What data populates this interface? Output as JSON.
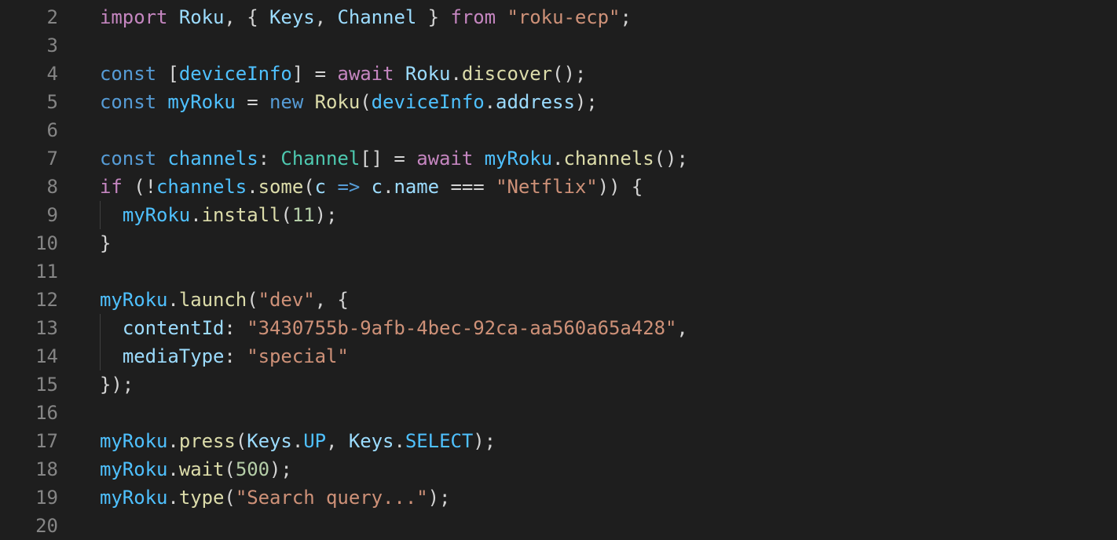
{
  "editor": {
    "theme_colors": {
      "background": "#1e1e1e",
      "line_number": "#858585",
      "keyword_control": "#c586c0",
      "keyword_storage": "#569cd6",
      "variable": "#9cdcfe",
      "constant_variable": "#4fc1ff",
      "function": "#dcdcaa",
      "type": "#4ec9b0",
      "string": "#ce9178",
      "number": "#b5cea8",
      "punctuation": "#d4d4d4"
    },
    "lines": [
      {
        "number": "2",
        "tokens": [
          {
            "t": "import",
            "c": "t-kw"
          },
          {
            "t": " ",
            "c": "t-pun"
          },
          {
            "t": "Roku",
            "c": "t-var"
          },
          {
            "t": ", { ",
            "c": "t-pun"
          },
          {
            "t": "Keys",
            "c": "t-var"
          },
          {
            "t": ", ",
            "c": "t-pun"
          },
          {
            "t": "Channel",
            "c": "t-var"
          },
          {
            "t": " } ",
            "c": "t-pun"
          },
          {
            "t": "from",
            "c": "t-kw"
          },
          {
            "t": " ",
            "c": "t-pun"
          },
          {
            "t": "\"roku-ecp\"",
            "c": "t-str"
          },
          {
            "t": ";",
            "c": "t-pun"
          }
        ]
      },
      {
        "number": "3",
        "tokens": []
      },
      {
        "number": "4",
        "tokens": [
          {
            "t": "const",
            "c": "t-st"
          },
          {
            "t": " [",
            "c": "t-pun"
          },
          {
            "t": "deviceInfo",
            "c": "t-const"
          },
          {
            "t": "] = ",
            "c": "t-pun"
          },
          {
            "t": "await",
            "c": "t-kw"
          },
          {
            "t": " ",
            "c": "t-pun"
          },
          {
            "t": "Roku",
            "c": "t-var"
          },
          {
            "t": ".",
            "c": "t-pun"
          },
          {
            "t": "discover",
            "c": "t-fn"
          },
          {
            "t": "();",
            "c": "t-pun"
          }
        ]
      },
      {
        "number": "5",
        "tokens": [
          {
            "t": "const",
            "c": "t-st"
          },
          {
            "t": " ",
            "c": "t-pun"
          },
          {
            "t": "myRoku",
            "c": "t-const"
          },
          {
            "t": " = ",
            "c": "t-pun"
          },
          {
            "t": "new",
            "c": "t-st"
          },
          {
            "t": " ",
            "c": "t-pun"
          },
          {
            "t": "Roku",
            "c": "t-fn"
          },
          {
            "t": "(",
            "c": "t-pun"
          },
          {
            "t": "deviceInfo",
            "c": "t-const"
          },
          {
            "t": ".",
            "c": "t-pun"
          },
          {
            "t": "address",
            "c": "t-var"
          },
          {
            "t": ");",
            "c": "t-pun"
          }
        ]
      },
      {
        "number": "6",
        "tokens": []
      },
      {
        "number": "7",
        "tokens": [
          {
            "t": "const",
            "c": "t-st"
          },
          {
            "t": " ",
            "c": "t-pun"
          },
          {
            "t": "channels",
            "c": "t-const"
          },
          {
            "t": ": ",
            "c": "t-pun"
          },
          {
            "t": "Channel",
            "c": "t-type"
          },
          {
            "t": "[] = ",
            "c": "t-pun"
          },
          {
            "t": "await",
            "c": "t-kw"
          },
          {
            "t": " ",
            "c": "t-pun"
          },
          {
            "t": "myRoku",
            "c": "t-const"
          },
          {
            "t": ".",
            "c": "t-pun"
          },
          {
            "t": "channels",
            "c": "t-fn"
          },
          {
            "t": "();",
            "c": "t-pun"
          }
        ]
      },
      {
        "number": "8",
        "tokens": [
          {
            "t": "if",
            "c": "t-kw"
          },
          {
            "t": " (!",
            "c": "t-pun"
          },
          {
            "t": "channels",
            "c": "t-const"
          },
          {
            "t": ".",
            "c": "t-pun"
          },
          {
            "t": "some",
            "c": "t-fn"
          },
          {
            "t": "(",
            "c": "t-pun"
          },
          {
            "t": "c",
            "c": "t-var"
          },
          {
            "t": " ",
            "c": "t-pun"
          },
          {
            "t": "=>",
            "c": "t-st"
          },
          {
            "t": " ",
            "c": "t-pun"
          },
          {
            "t": "c",
            "c": "t-var"
          },
          {
            "t": ".",
            "c": "t-pun"
          },
          {
            "t": "name",
            "c": "t-var"
          },
          {
            "t": " === ",
            "c": "t-pun"
          },
          {
            "t": "\"Netflix\"",
            "c": "t-str"
          },
          {
            "t": ")) {",
            "c": "t-pun"
          }
        ]
      },
      {
        "number": "9",
        "guide": true,
        "tokens": [
          {
            "t": "  ",
            "c": "t-pun"
          },
          {
            "t": "myRoku",
            "c": "t-const"
          },
          {
            "t": ".",
            "c": "t-pun"
          },
          {
            "t": "install",
            "c": "t-fn"
          },
          {
            "t": "(",
            "c": "t-pun"
          },
          {
            "t": "11",
            "c": "t-num"
          },
          {
            "t": ");",
            "c": "t-pun"
          }
        ]
      },
      {
        "number": "10",
        "tokens": [
          {
            "t": "}",
            "c": "t-pun"
          }
        ]
      },
      {
        "number": "11",
        "tokens": []
      },
      {
        "number": "12",
        "tokens": [
          {
            "t": "myRoku",
            "c": "t-const"
          },
          {
            "t": ".",
            "c": "t-pun"
          },
          {
            "t": "launch",
            "c": "t-fn"
          },
          {
            "t": "(",
            "c": "t-pun"
          },
          {
            "t": "\"dev\"",
            "c": "t-str"
          },
          {
            "t": ", {",
            "c": "t-pun"
          }
        ]
      },
      {
        "number": "13",
        "guide": true,
        "tokens": [
          {
            "t": "  ",
            "c": "t-pun"
          },
          {
            "t": "contentId",
            "c": "t-var"
          },
          {
            "t": ": ",
            "c": "t-pun"
          },
          {
            "t": "\"3430755b-9afb-4bec-92ca-aa560a65a428\"",
            "c": "t-str"
          },
          {
            "t": ",",
            "c": "t-pun"
          }
        ]
      },
      {
        "number": "14",
        "guide": true,
        "tokens": [
          {
            "t": "  ",
            "c": "t-pun"
          },
          {
            "t": "mediaType",
            "c": "t-var"
          },
          {
            "t": ": ",
            "c": "t-pun"
          },
          {
            "t": "\"special\"",
            "c": "t-str"
          }
        ]
      },
      {
        "number": "15",
        "tokens": [
          {
            "t": "});",
            "c": "t-pun"
          }
        ]
      },
      {
        "number": "16",
        "tokens": []
      },
      {
        "number": "17",
        "tokens": [
          {
            "t": "myRoku",
            "c": "t-const"
          },
          {
            "t": ".",
            "c": "t-pun"
          },
          {
            "t": "press",
            "c": "t-fn"
          },
          {
            "t": "(",
            "c": "t-pun"
          },
          {
            "t": "Keys",
            "c": "t-var"
          },
          {
            "t": ".",
            "c": "t-pun"
          },
          {
            "t": "UP",
            "c": "t-const"
          },
          {
            "t": ", ",
            "c": "t-pun"
          },
          {
            "t": "Keys",
            "c": "t-var"
          },
          {
            "t": ".",
            "c": "t-pun"
          },
          {
            "t": "SELECT",
            "c": "t-const"
          },
          {
            "t": ");",
            "c": "t-pun"
          }
        ]
      },
      {
        "number": "18",
        "tokens": [
          {
            "t": "myRoku",
            "c": "t-const"
          },
          {
            "t": ".",
            "c": "t-pun"
          },
          {
            "t": "wait",
            "c": "t-fn"
          },
          {
            "t": "(",
            "c": "t-pun"
          },
          {
            "t": "500",
            "c": "t-num"
          },
          {
            "t": ");",
            "c": "t-pun"
          }
        ]
      },
      {
        "number": "19",
        "tokens": [
          {
            "t": "myRoku",
            "c": "t-const"
          },
          {
            "t": ".",
            "c": "t-pun"
          },
          {
            "t": "type",
            "c": "t-fn"
          },
          {
            "t": "(",
            "c": "t-pun"
          },
          {
            "t": "\"Search query...\"",
            "c": "t-str"
          },
          {
            "t": ");",
            "c": "t-pun"
          }
        ]
      },
      {
        "number": "20",
        "tokens": []
      }
    ]
  }
}
